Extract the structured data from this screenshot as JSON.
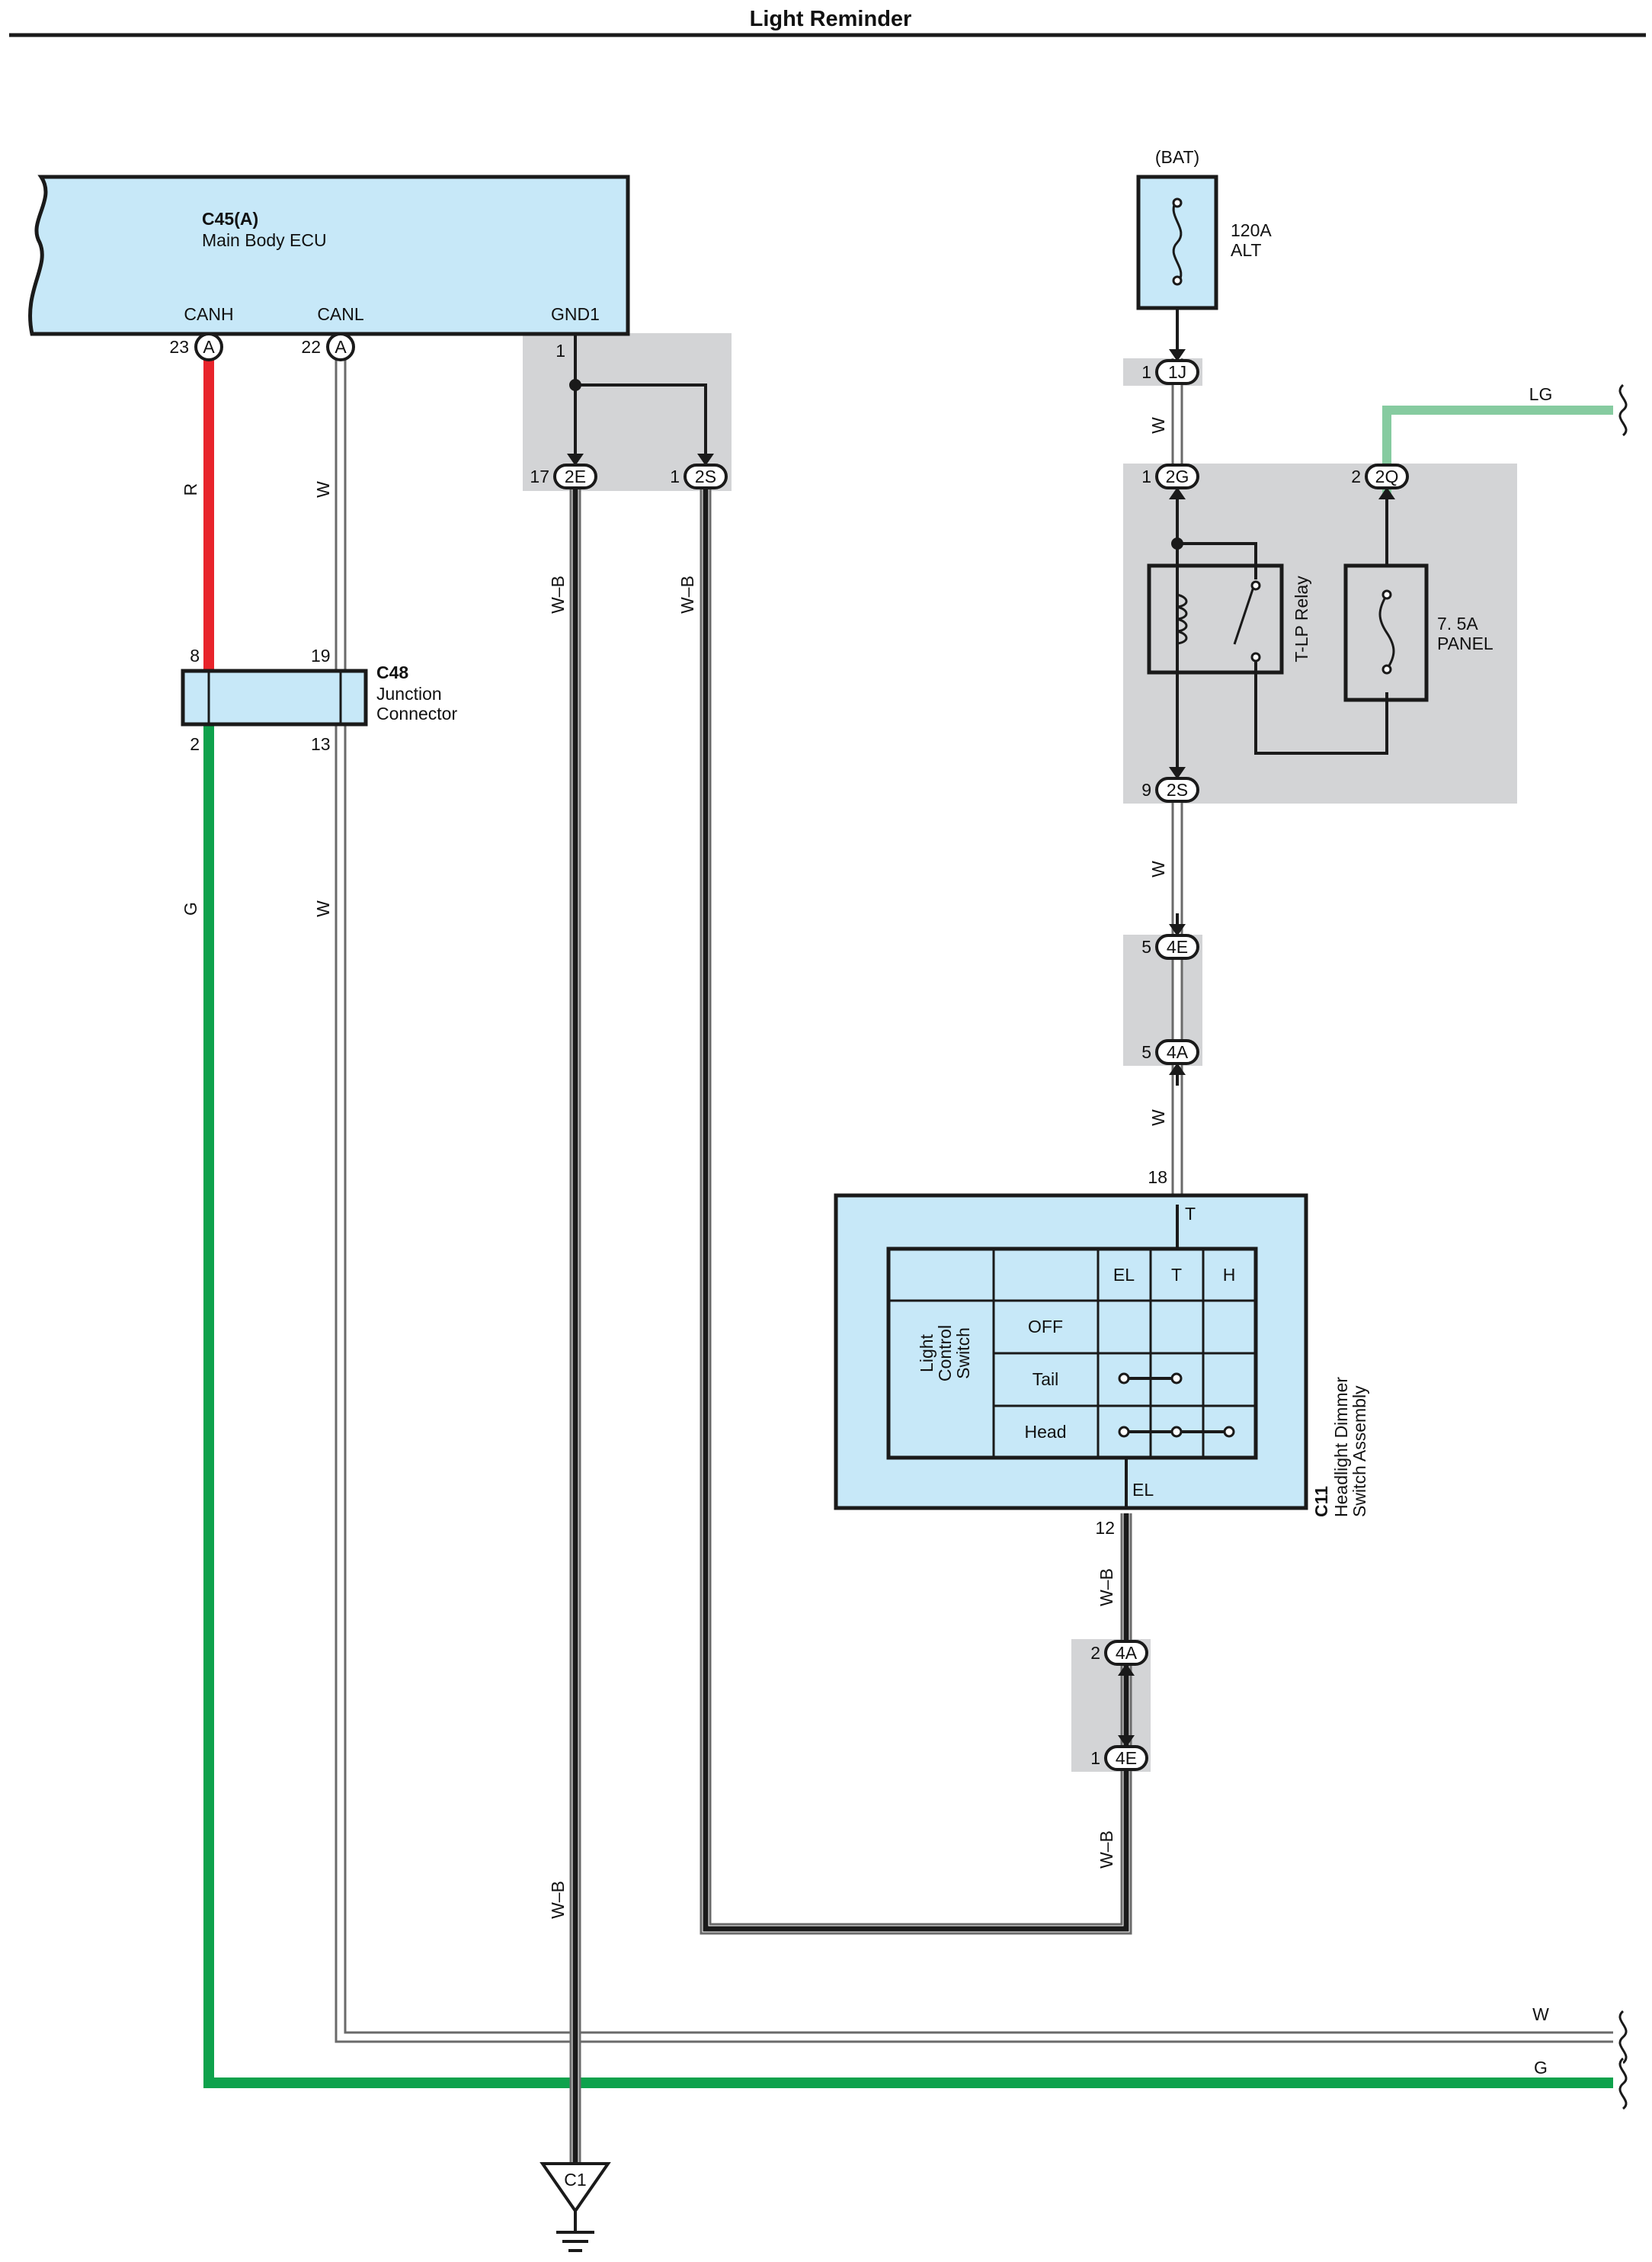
{
  "title": "Light Reminder",
  "ecu": {
    "id": "C45(A)",
    "name": "Main Body ECU",
    "canh": "CANH",
    "canl": "CANL",
    "gnd1": "GND1"
  },
  "ecu_pins": {
    "canh_pin": "23",
    "canl_pin": "22",
    "gnd_pin": "1",
    "connector": "A"
  },
  "junction": {
    "id": "C48",
    "name_line1": "Junction",
    "name_line2": "Connector",
    "pin_8": "8",
    "pin_19": "19",
    "pin_2": "2",
    "pin_13": "13"
  },
  "bat": {
    "label": "(BAT)",
    "fuse_line1": "120A",
    "fuse_line2": "ALT"
  },
  "relay": {
    "name": "T-LP Relay"
  },
  "panel_fuse": {
    "line1": "7. 5A",
    "line2": "PANEL"
  },
  "connectors": {
    "c_1j": {
      "pin": "1",
      "name": "1J"
    },
    "c_2g": {
      "pin": "1",
      "name": "2G"
    },
    "c_2q": {
      "pin": "2",
      "name": "2Q"
    },
    "c_2s_relay": {
      "pin": "9",
      "name": "2S"
    },
    "c_4e_top": {
      "pin": "5",
      "name": "4E"
    },
    "c_4a_top": {
      "pin": "5",
      "name": "4A"
    },
    "c_2e_gnd": {
      "pin": "17",
      "name": "2E"
    },
    "c_2s_gnd": {
      "pin": "1",
      "name": "2S"
    },
    "c_4a_bot": {
      "pin": "2",
      "name": "4A"
    },
    "c_4e_bot": {
      "pin": "1",
      "name": "4E"
    }
  },
  "switch": {
    "id": "C11",
    "name_line1": "Headlight Dimmer",
    "name_line2": "Switch Assembly",
    "pin_t": "18",
    "pin_el": "12",
    "term_t": "T",
    "term_el": "EL",
    "table_caption_lines": [
      "Light",
      "Control",
      "Switch"
    ],
    "columns": [
      "EL",
      "T",
      "H"
    ],
    "rows": [
      "OFF",
      "Tail",
      "Head"
    ]
  },
  "wire_colors": {
    "r": "R",
    "w": "W",
    "g": "G",
    "lg": "LG",
    "wb": "W–B"
  },
  "ground": {
    "id": "C1"
  },
  "colors": {
    "red": "#e8242b",
    "green": "#0ea24c",
    "light_green": "#86cba0",
    "box_fill": "#c7e8f8",
    "shade": "#d3d4d6"
  }
}
